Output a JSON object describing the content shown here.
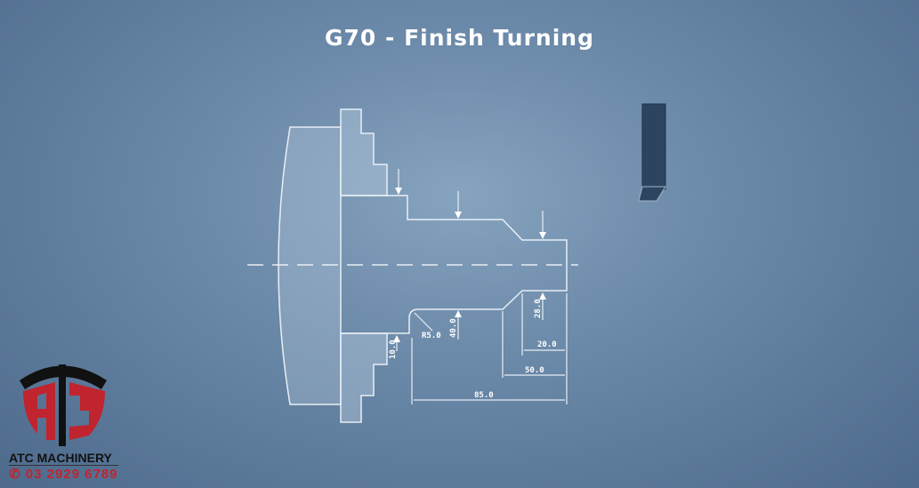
{
  "title": "G70 - Finish Turning",
  "dimensions": {
    "chamfer": "R5.0",
    "d_left": "10.0",
    "d_mid": "40.0",
    "d_right": "28.0",
    "l_short": "20.0",
    "l_mid": "50.0",
    "l_total": "85.0"
  },
  "logo": {
    "letters": "ATC",
    "name": "ATC MACHINERY",
    "phone": "03 2929 6789"
  },
  "colors": {
    "background": "#6b89a8",
    "logo_red": "#c0242f"
  }
}
